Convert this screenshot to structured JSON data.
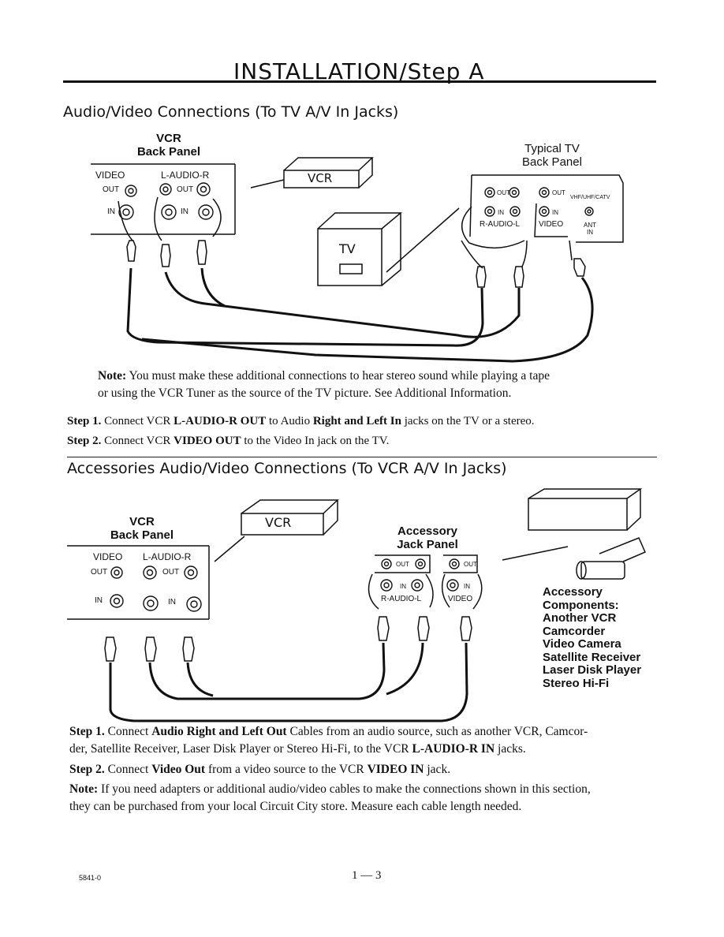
{
  "page": {
    "title": "INSTALLATION/Step A",
    "footer_code": "5841-0",
    "page_number": "1 — 3"
  },
  "section1": {
    "heading": "Audio/Video Connections (To TV A/V In Jacks)",
    "vcr_label_line1": "VCR",
    "vcr_label_line2": "Back Panel",
    "tv_label_line1": "Typical TV",
    "tv_label_line2": "Back Panel",
    "vcr_box": "VCR",
    "tv_box": "TV",
    "panel": {
      "video": "VIDEO",
      "audio": "L-AUDIO-R",
      "out": "OUT",
      "in": "IN"
    },
    "tv_panel": {
      "out": "OUT",
      "in": "IN",
      "vhf": "VHF/UHF/CATV",
      "r_audio_l": "R-AUDIO-L",
      "video": "VIDEO",
      "ant": "ANT",
      "ant_in": "IN"
    },
    "note_label": "Note:",
    "note_line1": "You must make these additional connections to hear stereo sound while playing a tape",
    "note_line2": "or using the VCR Tuner as the source of the TV picture.  See Additional Information.",
    "step1_label": "Step 1.",
    "step1_a": "Connect VCR",
    "step1_b": "L-AUDIO-R OUT",
    "step1_c": "to Audio",
    "step1_d": "Right and Left In",
    "step1_e": "jacks on the TV or a stereo.",
    "step2_label": "Step 2.",
    "step2_a": "Connect VCR",
    "step2_b": "VIDEO OUT",
    "step2_c": "to the Video In jack on the TV."
  },
  "section2": {
    "heading": "Accessories Audio/Video Connections (To VCR A/V In Jacks)",
    "vcr_label_line1": "VCR",
    "vcr_label_line2": "Back Panel",
    "vcr_box": "VCR",
    "acc_label_line1": "Accessory",
    "acc_label_line2": "Jack Panel",
    "panel": {
      "video": "VIDEO",
      "audio": "L-AUDIO-R",
      "out": "OUT",
      "in": "IN"
    },
    "acc_panel": {
      "out": "OUT",
      "in": "IN",
      "r_audio_l": "R-AUDIO-L",
      "video": "VIDEO"
    },
    "components": [
      "Accessory",
      "Components:",
      "Another VCR",
      "Camcorder",
      "Video Camera",
      "Satellite Receiver",
      "Laser Disk Player",
      "Stereo Hi-Fi"
    ],
    "step1_label": "Step 1.",
    "step1_a": "Connect",
    "step1_b": "Audio Right and Left Out",
    "step1_c": "Cables from an audio source, such as another VCR, Camcor-",
    "step1_line2_a": "der, Satellite Receiver, Laser Disk Player or Stereo Hi-Fi, to the VCR",
    "step1_line2_b": "L-AUDIO-R IN",
    "step1_line2_c": "jacks.",
    "step2_label": "Step 2.",
    "step2_a": "Connect",
    "step2_b": "Video Out",
    "step2_c": "from a video source to the VCR",
    "step2_d": "VIDEO IN",
    "step2_e": "jack.",
    "note_label": "Note:",
    "note_line1": "If you need adapters or additional audio/video cables to make the connections shown in this section,",
    "note_line2": "they can be purchased from your local Circuit City store. Measure each cable length needed."
  }
}
